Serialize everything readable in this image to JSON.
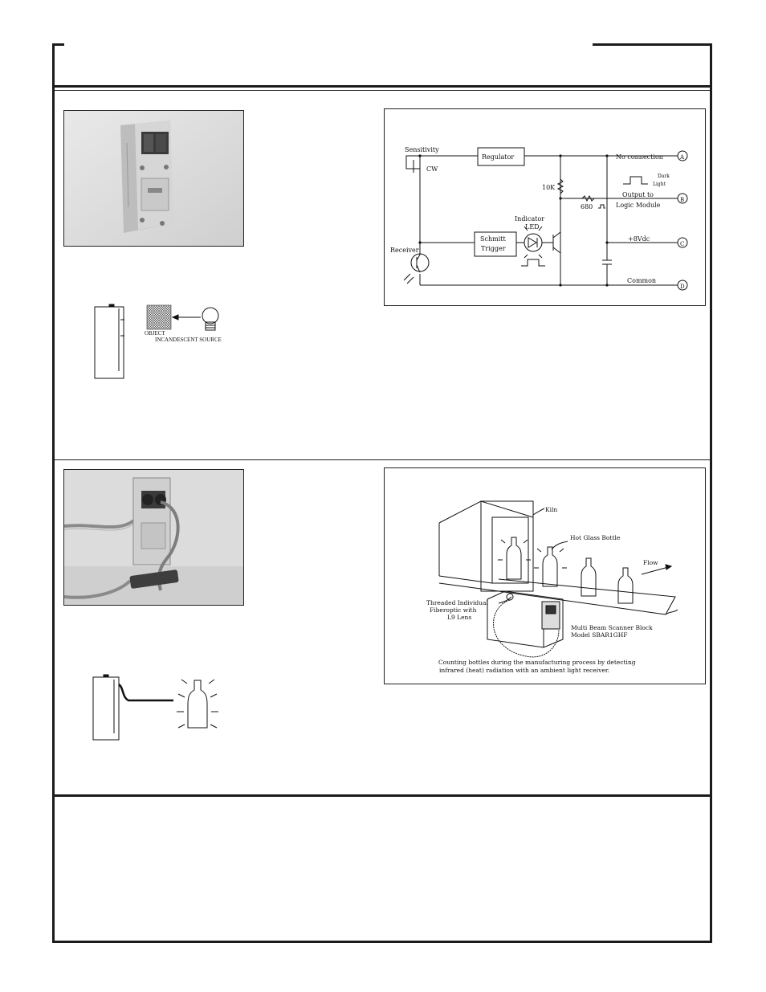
{
  "schematic": {
    "sensitivity": "Sensitivity",
    "cw": "CW",
    "regulator": "Regulator",
    "no_connection": "No connection",
    "terminal_a": "A",
    "terminal_b": "B",
    "terminal_c": "C",
    "terminal_d": "D",
    "dark": "Dark",
    "light": "Light",
    "r10k": "10K",
    "output_to": "Output to",
    "logic_module": "Logic Module",
    "r680": "680",
    "indicator": "Indicator",
    "led": "LED",
    "schmitt": "Schmitt",
    "trigger": "Trigger",
    "receiver": "Receiver",
    "plus8vdc": "+8Vdc",
    "common": "Common"
  },
  "sketch1": {
    "object": "OBJECT",
    "incandescent_source": "INCANDESCENT SOURCE"
  },
  "application": {
    "kiln": "Kiln",
    "hot_glass_bottle": "Hot Glass Bottle",
    "flow": "Flow",
    "fiber_line1": "Threaded Individual",
    "fiber_line2": "Fiberoptic with",
    "fiber_line3": "L9 Lens",
    "scanner_line1": "Multi Beam Scanner Block",
    "scanner_line2": "Model SBAR1GHF",
    "caption_line1": "Counting bottles during the manufacturing process by detecting",
    "caption_line2": "infrared (heat) radiation with an ambient light receiver."
  }
}
